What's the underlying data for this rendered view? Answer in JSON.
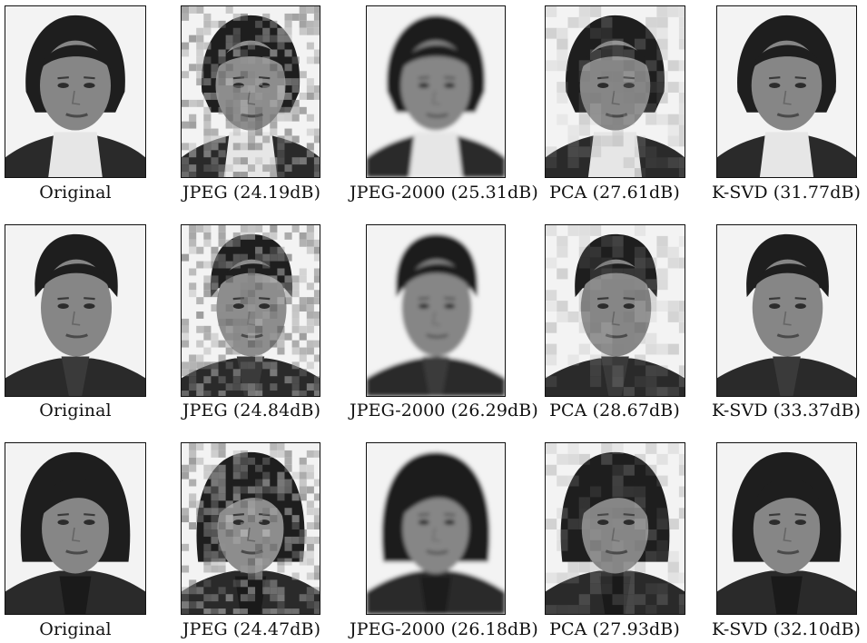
{
  "figure": {
    "rows": [
      {
        "portrait": "short-hair-woman",
        "panels": [
          {
            "label": "Original",
            "method": "original"
          },
          {
            "label": "JPEG (24.19dB)",
            "method": "jpeg"
          },
          {
            "label": "JPEG-2000 (25.31dB)",
            "method": "jpeg2000"
          },
          {
            "label": "PCA (27.61dB)",
            "method": "pca"
          },
          {
            "label": "K-SVD (31.77dB)",
            "method": "ksvd"
          }
        ]
      },
      {
        "portrait": "man",
        "panels": [
          {
            "label": "Original",
            "method": "original"
          },
          {
            "label": "JPEG (24.84dB)",
            "method": "jpeg"
          },
          {
            "label": "JPEG-2000 (26.29dB)",
            "method": "jpeg2000"
          },
          {
            "label": "PCA (28.67dB)",
            "method": "pca"
          },
          {
            "label": "K-SVD (33.37dB)",
            "method": "ksvd"
          }
        ]
      },
      {
        "portrait": "bob-hair-woman",
        "panels": [
          {
            "label": "Original",
            "method": "original"
          },
          {
            "label": "JPEG (24.47dB)",
            "method": "jpeg"
          },
          {
            "label": "JPEG-2000 (26.18dB)",
            "method": "jpeg2000"
          },
          {
            "label": "PCA (27.93dB)",
            "method": "pca"
          },
          {
            "label": "K-SVD (32.10dB)",
            "method": "ksvd"
          }
        ]
      }
    ]
  }
}
